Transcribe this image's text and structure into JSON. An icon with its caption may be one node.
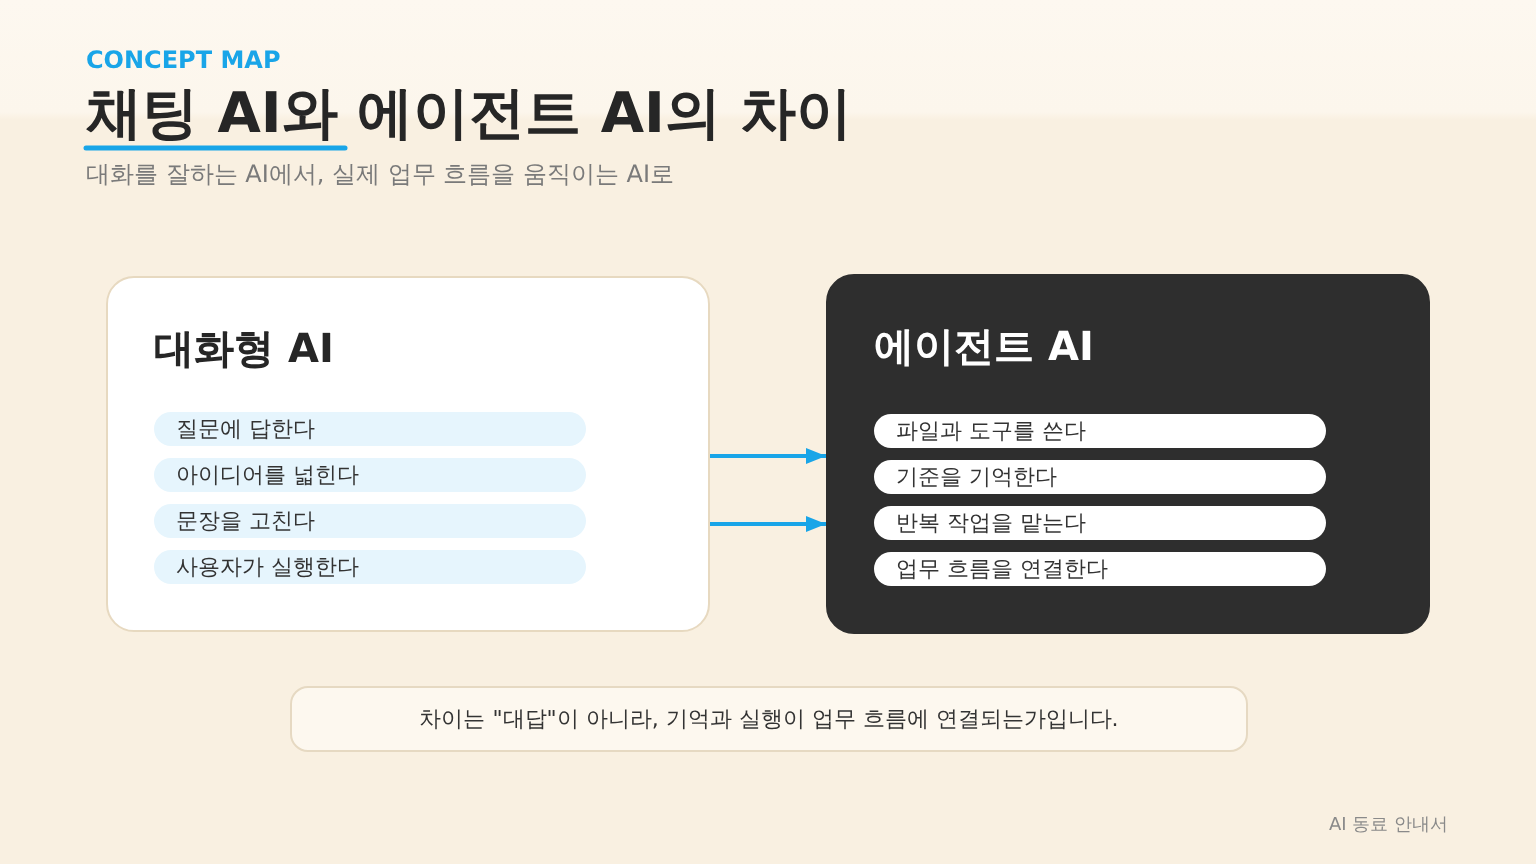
{
  "diagram": {
    "title": "채팅 AI와 에이전트 AI의 차이",
    "nodes": [
      {
        "text": [
          "대화형 AI"
        ]
      },
      {
        "text": [
          "질문에 답한다"
        ],
        "in": 0
      },
      {
        "text": [
          "아이디어를 넓힌다"
        ],
        "in": 0
      },
      {
        "text": [
          "문장을 고친다"
        ],
        "in": 0
      },
      {
        "text": [
          "사용자가 실행한다"
        ],
        "in": 0
      },
      {
        "text": [
          "에이전트 AI"
        ]
      },
      {
        "text": [
          "파일과 도구를 쓴다"
        ],
        "in": 5
      },
      {
        "text": [
          "기준을 기억한다"
        ],
        "in": 5
      },
      {
        "text": [
          "반복 작업을 맡는다"
        ],
        "in": 5
      },
      {
        "text": [
          "업무 흐름을 연결한다"
        ],
        "in": 5
      },
      {
        "text": [
          "차이는 \"대답\"이 아니라, 기억과 실행이 업무 흐름에 연결되는가입니다."
        ]
      }
    ],
    "edges": [
      {
        "from": 0,
        "to": 5,
        "arrow": "to"
      },
      {
        "from": 0,
        "to": 5,
        "arrow": "to"
      }
    ],
    "labels": [
      "CONCEPT MAP",
      "대화를 잘하는 AI에서, 실제 업무 흐름을 움직이는 AI로",
      "AI 동료 안내서"
    ]
  }
}
